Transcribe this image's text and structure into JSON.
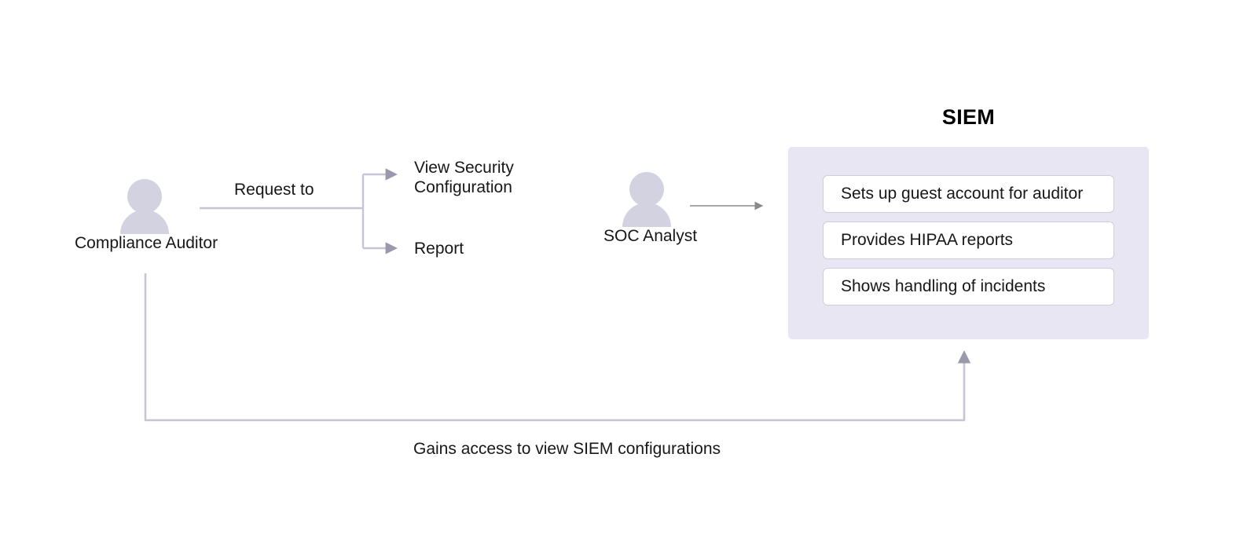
{
  "diagram": {
    "actors": [
      {
        "id": "compliance-auditor",
        "label": "Compliance Auditor"
      },
      {
        "id": "soc-analyst",
        "label": "SOC Analyst"
      }
    ],
    "edge_labels": {
      "request_to": "Request to",
      "view_security_configuration": "View Security Configuration",
      "report": "Report",
      "gains_access": "Gains access to view SIEM configurations"
    },
    "siem": {
      "title": "SIEM",
      "cards": [
        "Sets up guest account for auditor",
        "Provides HIPAA reports",
        "Shows handling of incidents"
      ]
    },
    "colors": {
      "avatar": "#d3d2e1",
      "panel_background": "#e8e6f3",
      "card_background": "#ffffff",
      "card_border": "#cfcddd",
      "connector_line": "#c6c5d6",
      "connector_arrowhead": "#9a99ab",
      "thin_connector": "#8a8a8a",
      "text": "#171717"
    }
  }
}
